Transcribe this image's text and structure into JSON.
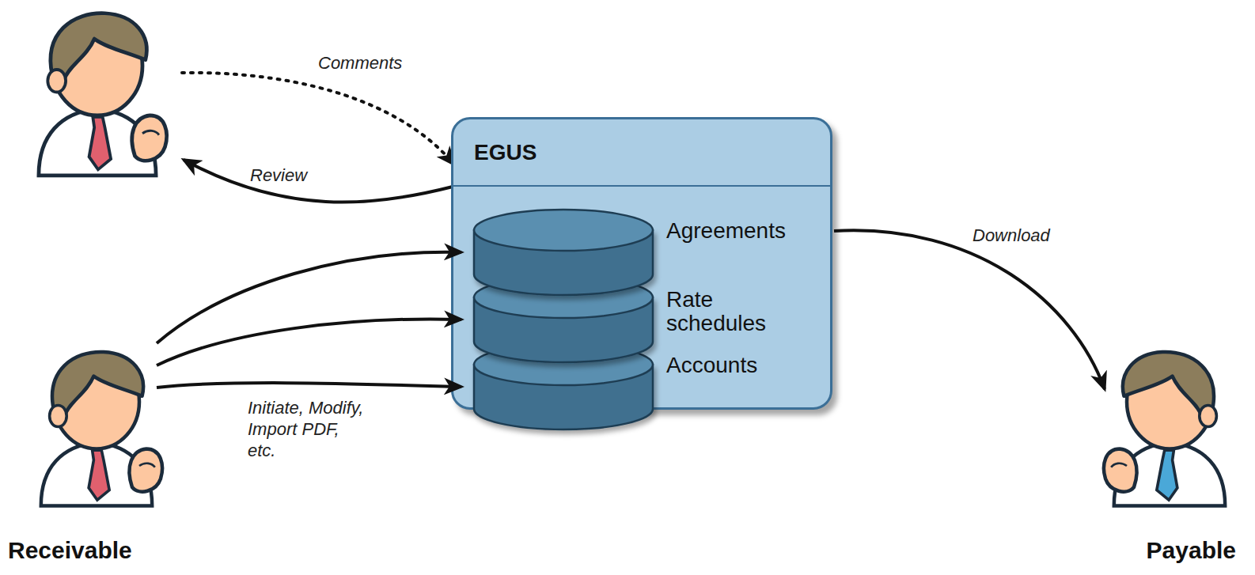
{
  "diagram": {
    "nodes": [
      {
        "text": [
          "EGUS"
        ]
      },
      {
        "text": [
          "Agreements"
        ],
        "in": 0
      },
      {
        "text": [
          "Rate schedules"
        ],
        "in": 0
      },
      {
        "text": [
          "Accounts"
        ],
        "in": 0
      },
      {
        "text": [
          "Receivable"
        ]
      },
      {
        "text": [
          "Payable"
        ]
      }
    ],
    "edges": [
      {
        "from": 4,
        "to": 1,
        "arrow": "to"
      },
      {
        "from": 4,
        "to": 2,
        "arrow": "to"
      },
      {
        "from": 4,
        "to": 3,
        "arrow": "to",
        "label": "Initiate, Modify, Import PDF, etc."
      },
      {
        "from": 0,
        "to": 5,
        "arrow": "to",
        "label": "Download"
      }
    ],
    "labels": [
      "Comments",
      "Review"
    ]
  }
}
